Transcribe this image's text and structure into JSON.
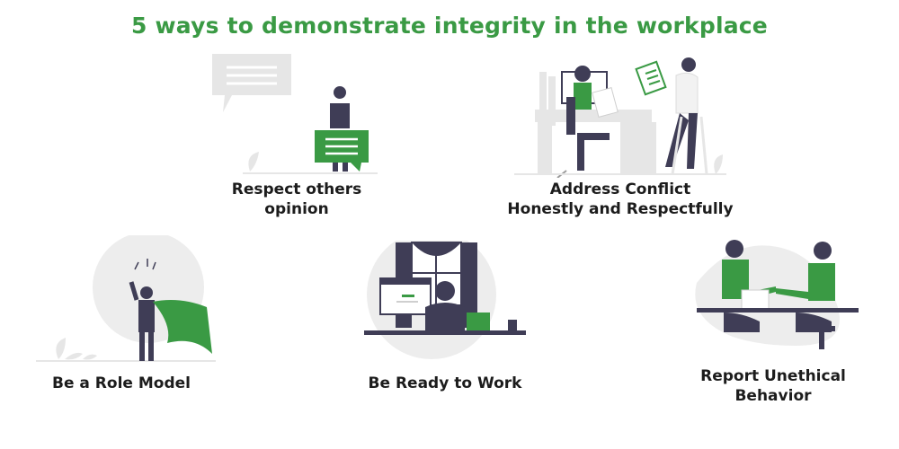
{
  "title": "5 ways to demonstrate integrity in the workplace",
  "colors": {
    "accent": "#3a9a44",
    "dark": "#3f3d56",
    "gray": "#e6e6e6"
  },
  "items": [
    {
      "line1": "Respect others",
      "line2": "opinion",
      "icon": "speech-bubbles-person"
    },
    {
      "line1": "Address Conflict",
      "line2": "Honestly and Respectfully",
      "icon": "office-discussion"
    },
    {
      "line1": "Be a Role Model",
      "icon": "caped-hero"
    },
    {
      "line1": "Be Ready to Work",
      "icon": "desk-worker"
    },
    {
      "line1": "Report Unethical",
      "line2": "Behavior",
      "icon": "handshake"
    }
  ]
}
